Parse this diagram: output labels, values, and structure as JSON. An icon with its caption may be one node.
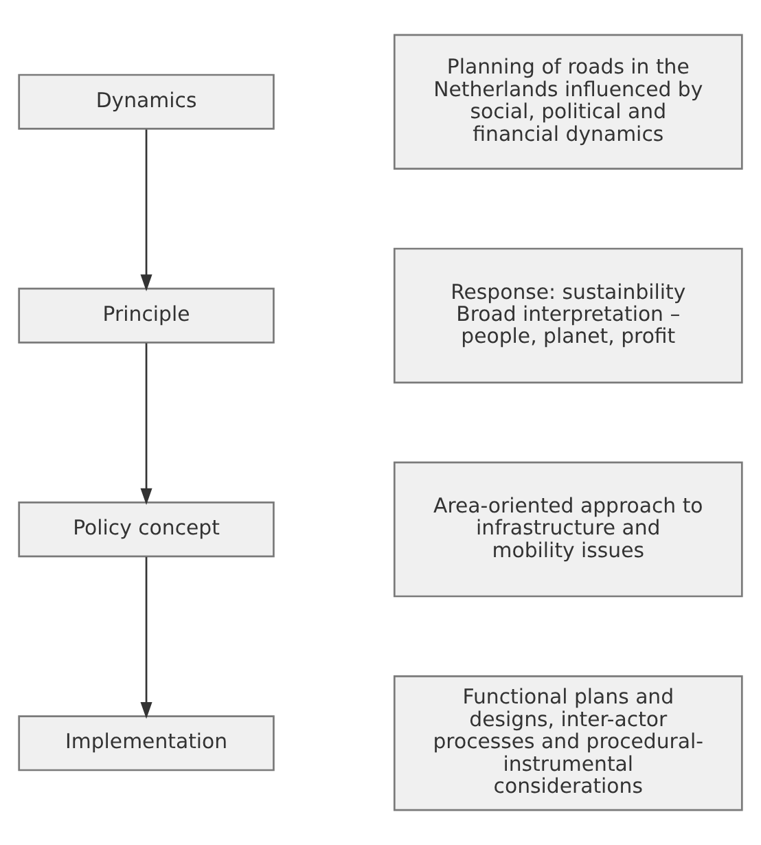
{
  "diagram": {
    "nodes": [
      {
        "text": [
          "Dynamics"
        ]
      },
      {
        "text": [
          "Planning of roads in the Netherlands influenced by social, political and financial dynamics"
        ]
      },
      {
        "text": [
          "Principle"
        ]
      },
      {
        "text": [
          "Response: sustainbility Broad interpretation – people, planet, profit"
        ]
      },
      {
        "text": [
          "Policy concept"
        ]
      },
      {
        "text": [
          "Area-oriented approach to infrastructure and mobility issues"
        ]
      },
      {
        "text": [
          "Implementation"
        ]
      },
      {
        "text": [
          "Functional plans and designs, inter-actor processes and procedural-instrumental considerations"
        ]
      }
    ],
    "edges": [
      {
        "from": 0,
        "to": 2,
        "arrow": "to"
      },
      {
        "from": 2,
        "to": 4,
        "arrow": "to"
      },
      {
        "from": 4,
        "to": 6,
        "arrow": "to"
      }
    ]
  }
}
